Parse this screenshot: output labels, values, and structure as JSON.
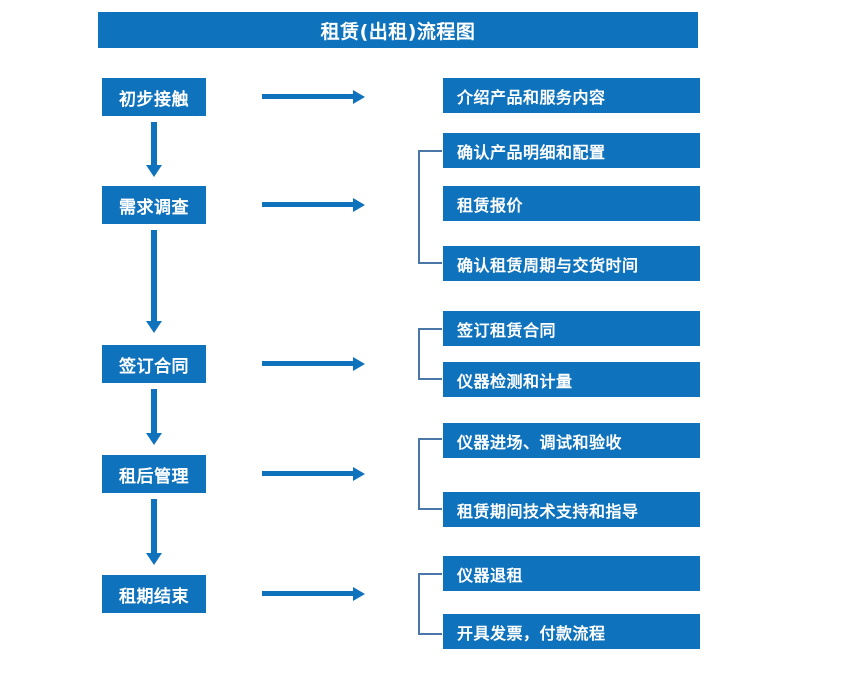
{
  "title": "租赁(出租)流程图",
  "colors": {
    "box_fill": "#0f72bc",
    "box_text": "#ffffff",
    "arrow": "#0f72bc",
    "bracket": "#4a76a8",
    "background": "#ffffff"
  },
  "stages": [
    {
      "id": "initial-contact",
      "label": "初步接触",
      "details": [
        "介绍产品和服务内容"
      ],
      "has_bracket": false
    },
    {
      "id": "needs-survey",
      "label": "需求调查",
      "details": [
        "确认产品明细和配置",
        "租赁报价",
        "确认租赁周期与交货时间"
      ],
      "has_bracket": true
    },
    {
      "id": "sign-contract",
      "label": "签订合同",
      "details": [
        "签订租赁合同",
        "仪器检测和计量"
      ],
      "has_bracket": true
    },
    {
      "id": "post-rental-management",
      "label": "租后管理",
      "details": [
        "仪器进场、调试和验收",
        "租赁期间技术支持和指导"
      ],
      "has_bracket": true
    },
    {
      "id": "lease-end",
      "label": "租期结束",
      "details": [
        "仪器退租",
        "开具发票，付款流程"
      ],
      "has_bracket": true
    }
  ],
  "detail_boxes": [
    "介绍产品和服务内容",
    "确认产品明细和配置",
    "租赁报价",
    "确认租赁周期与交货时间",
    "签订租赁合同",
    "仪器检测和计量",
    "仪器进场、调试和验收",
    "租赁期间技术支持和指导",
    "仪器退租",
    "开具发票，付款流程"
  ],
  "stage_labels": [
    "初步接触",
    "需求调查",
    "签订合同",
    "租后管理",
    "租期结束"
  ],
  "connectors": {
    "vertical_arrow_count": 4,
    "horizontal_arrow_count": 5,
    "bracket_count": 4
  }
}
